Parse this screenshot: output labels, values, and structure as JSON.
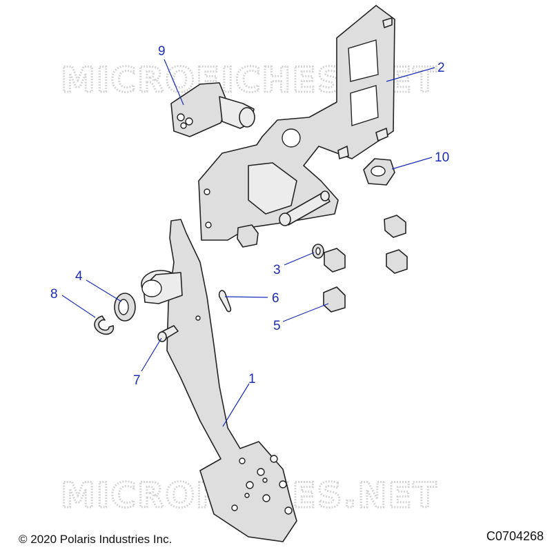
{
  "watermark": "MICROFICHES.NET",
  "callouts": {
    "c1": "1",
    "c2": "2",
    "c3": "3",
    "c4": "4",
    "c5": "5",
    "c6": "6",
    "c7": "7",
    "c8": "8",
    "c9": "9",
    "c10": "10"
  },
  "footer": {
    "copyright": "© 2020 Polaris Industries Inc.",
    "figure_code": "C0704268"
  },
  "colors": {
    "callout": "#1a2bb8",
    "line": "#222222",
    "part_fill": "#dedede"
  }
}
